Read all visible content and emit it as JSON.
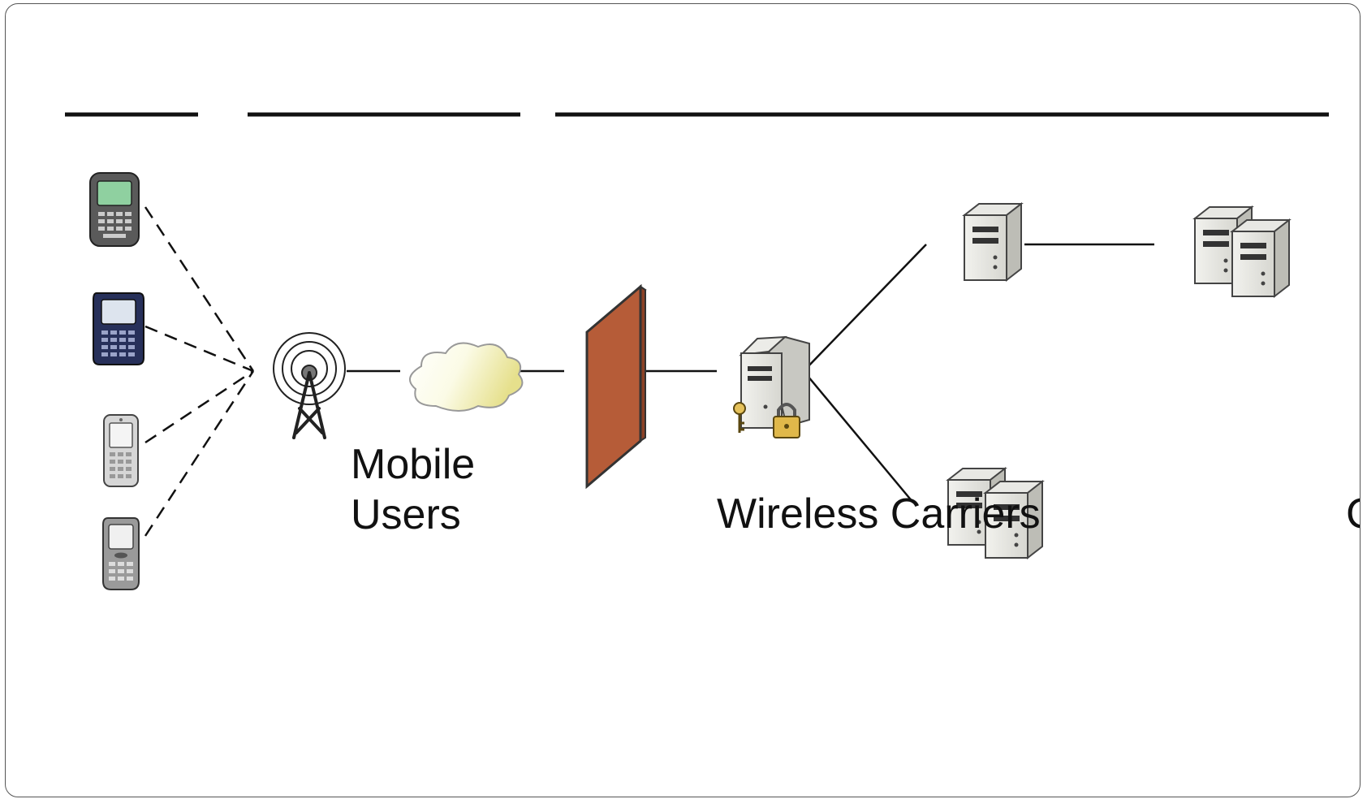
{
  "labels": {
    "mobile_line1": "Mobile",
    "mobile_line2": "Users",
    "carriers": "Wireless Carriers",
    "cut_off": "C"
  },
  "colors": {
    "firewall": "#b65c38",
    "cloud_light": "#fbfbe6",
    "cloud_yellow": "#e6e08c",
    "line": "#111111"
  },
  "icons": [
    "phone-green-icon",
    "phone-blue-icon",
    "phone-silver-icon",
    "phone-grey-icon",
    "tower-icon",
    "cloud-icon",
    "firewall-icon",
    "secure-server-icon",
    "server-icon",
    "server-pair-icon"
  ]
}
